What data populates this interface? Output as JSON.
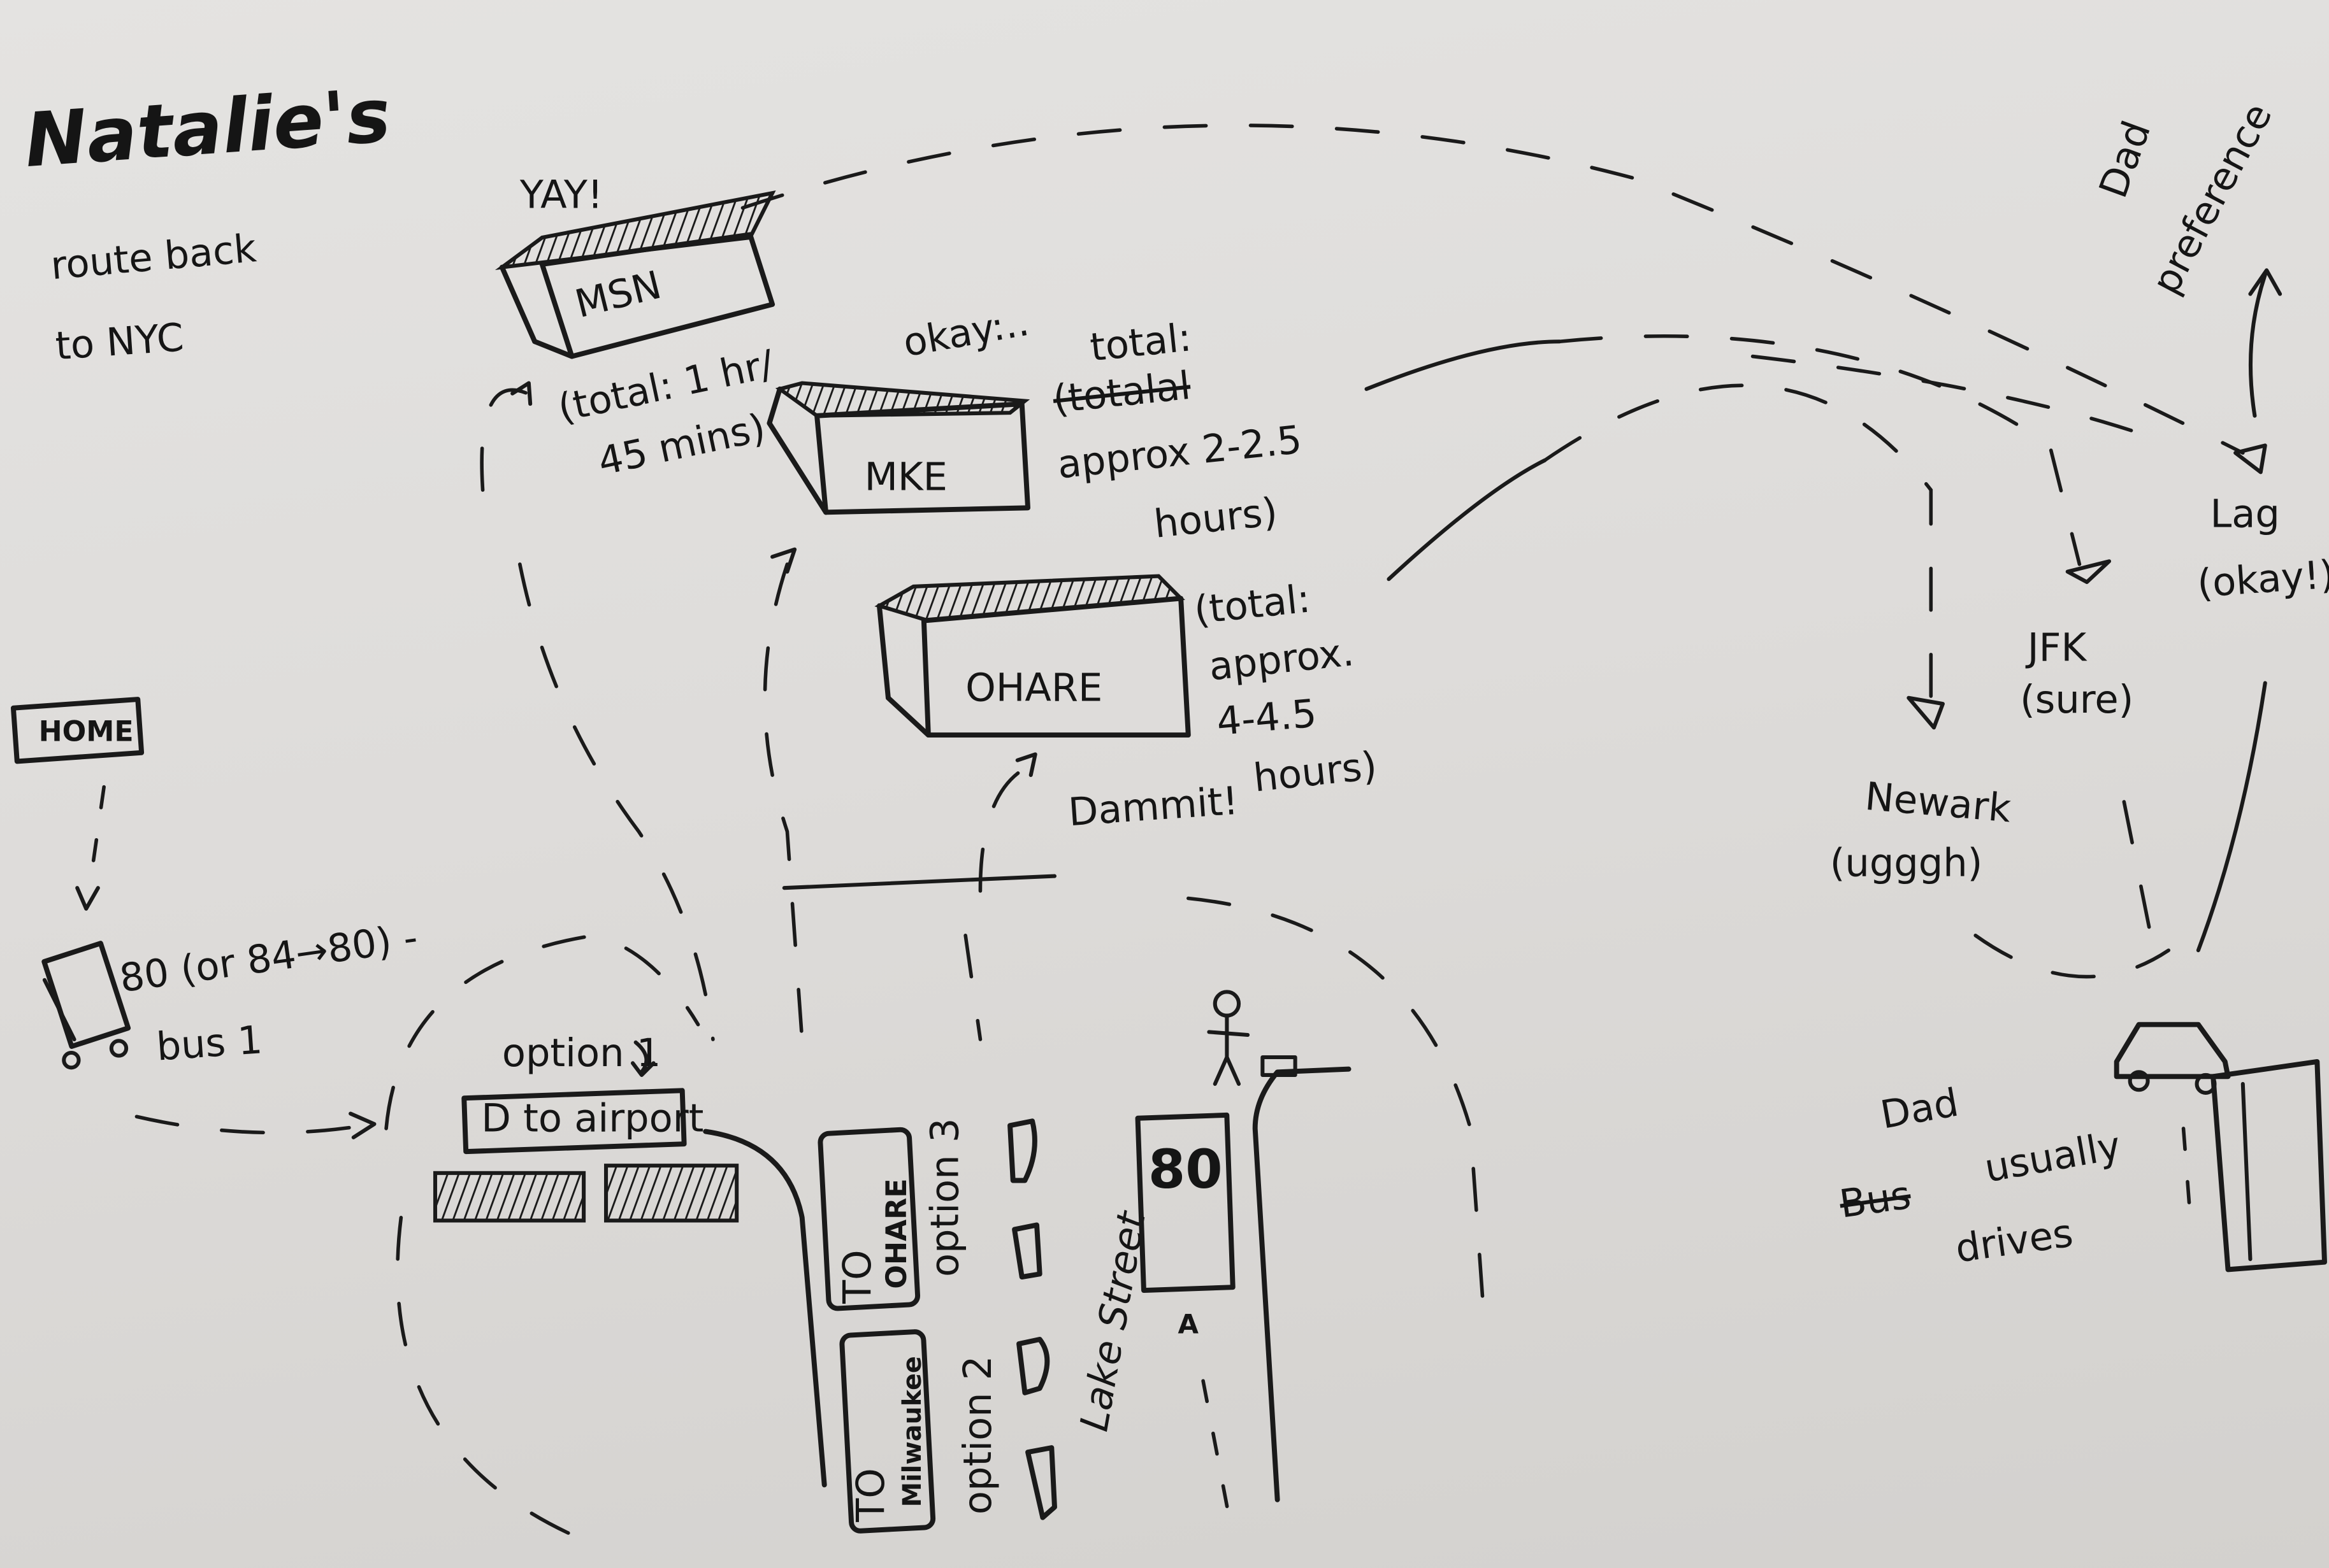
{
  "title": {
    "line1": "Natalie's",
    "line2": "route back",
    "line3": "to NYC"
  },
  "colors": {
    "paper": "#e0dfdd",
    "ink": "#1a1a1a"
  },
  "origin": {
    "home_label": "HOME",
    "bus_route": "80 (or 84→80) -",
    "bus_label": "bus 1"
  },
  "airports_chicago": {
    "msn": {
      "label": "MSN",
      "reaction": "YAY!",
      "time_line1": "(total: 1 hr/",
      "time_line2": "45 mins)"
    },
    "mke": {
      "label": "MKE",
      "reaction": "okay:..",
      "time_line0": "total:",
      "time_struck": "(totalal",
      "time_line1": "approx 2-2.5",
      "time_line2": "hours)"
    },
    "ohare": {
      "label": "OHARE",
      "reaction": "Dammit!",
      "time_line1": "(total:",
      "time_line2": "approx.",
      "time_line3": "4-4.5",
      "time_line4": "hours)"
    }
  },
  "street_map": {
    "option1_label": "option 1",
    "option1_sign": "D to airport",
    "option3_sign_line1": "TO",
    "option3_sign_line2": "OHARE",
    "option3_label": "option 3",
    "option2_sign_line1": "TO",
    "option2_sign_line2": "Milwaukee",
    "option2_label": "option 2",
    "street_name": "Lake Street",
    "bus_number": "80",
    "stop_marker": "A"
  },
  "airports_nyc": {
    "newark": {
      "label": "Newark",
      "note": "(ugggh)"
    },
    "jfk": {
      "label": "JFK",
      "note": "(sure)"
    },
    "lag": {
      "label": "Lag",
      "note": "(okay!)"
    },
    "dad_preference_line1": "Dad",
    "dad_preference_line2": "preference"
  },
  "pickup": {
    "line1": "Dad",
    "struck": "Bus",
    "line2": "usually",
    "line3": "drives"
  },
  "icons": [
    "bus-icon",
    "car-icon",
    "stick-figure-icon",
    "airplane-icon",
    "building-door-icon"
  ]
}
